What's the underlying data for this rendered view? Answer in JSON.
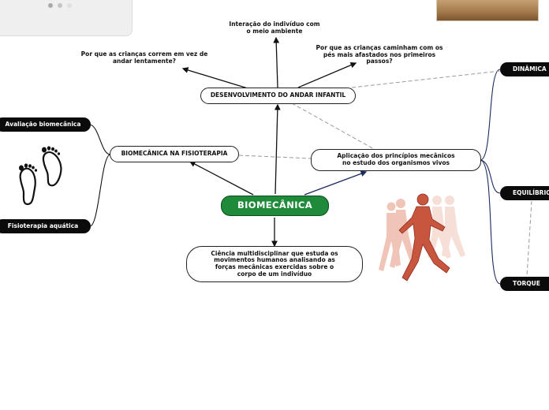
{
  "map": {
    "central": "BIOMECÂNICA",
    "desenvolvimento": "DESENVOLVIMENTO DO ANDAR INFANTIL",
    "interacao": "Interação do indivíduo com o meio ambiente",
    "correm": "Por que as crianças correm em vez de andar lentamente?",
    "caminham": "Por que as crianças caminham com os pés mais afastados nos primeiros passos?",
    "fisioterapia": "BIOMECÂNICA NA FISIOTERAPIA",
    "avaliacao": "Avaliação biomecânica",
    "aquatica": "Fisioterapia aquática",
    "aplicacao": "Aplicação dos princípios mecânicos no estudo dos organismos vivos",
    "ciencia": "Ciência multidisciplinar que estuda os movimentos humanos analisando as forças mecânicas exercidas sobre o corpo de um indivíduo",
    "dinamica": "DINÂMICA",
    "equilibrio": "EQUILÍBRIO",
    "torque": "TORQUE"
  },
  "colors": {
    "central_fill": "#1f8a3a",
    "edge_dark": "#111111",
    "edge_navy": "#1a2a5e",
    "edge_dashed": "#9a9a9a"
  },
  "icons": {
    "footprints": "footprints-icon",
    "muscle_figure": "running-muscle-figure-icon",
    "photo": "wood-photo-thumbnail"
  }
}
